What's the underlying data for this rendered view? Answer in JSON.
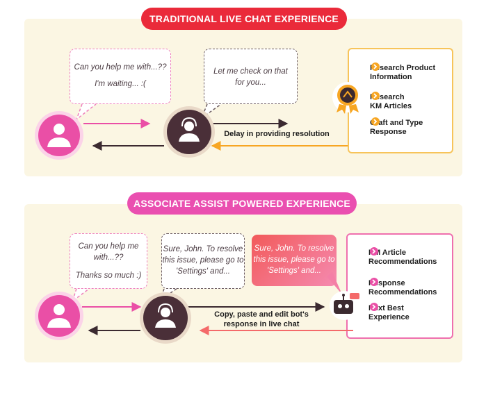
{
  "top": {
    "title": "TRADITIONAL LIVE CHAT EXPERIENCE",
    "customer_bubble": [
      "Can you help me with...??",
      "I'm waiting... :("
    ],
    "agent_bubble": [
      "Let me check on that",
      "for you..."
    ],
    "delay_caption": "Delay in providing resolution",
    "tasks": [
      [
        "Research Product",
        "Information"
      ],
      [
        "Research",
        "KM Articles"
      ],
      [
        "Craft and Type",
        "Response"
      ]
    ]
  },
  "bottom": {
    "title": "ASSOCIATE ASSIST POWERED EXPERIENCE",
    "customer_bubble": [
      "Can you help me",
      "with...??",
      "Thanks so much :)"
    ],
    "agent_bubble": [
      "Sure, John. To resolve",
      "this issue, please go to",
      "'Settings' and..."
    ],
    "bot_bubble": [
      "Sure, John. To resolve",
      "this issue, please go to",
      "'Settings' and..."
    ],
    "copy_caption": [
      "Copy, paste and edit bot's",
      "response in live chat"
    ],
    "features": [
      [
        "KM Article",
        "Recommendations"
      ],
      [
        "Response",
        "Recommendations"
      ],
      [
        "Next Best",
        "Experience"
      ]
    ]
  },
  "colors": {
    "panel": "#fbf6e3",
    "red": "#ea2a3a",
    "pink": "#ea4fb0",
    "magenta": "#e4449c",
    "orange": "#f7a623",
    "dark": "#4a2f38",
    "coral": "#f46a6a"
  },
  "icons": [
    "customer-icon",
    "agent-headset-icon",
    "research-badge-icon",
    "chatbot-icon",
    "chevron-right-icon"
  ]
}
